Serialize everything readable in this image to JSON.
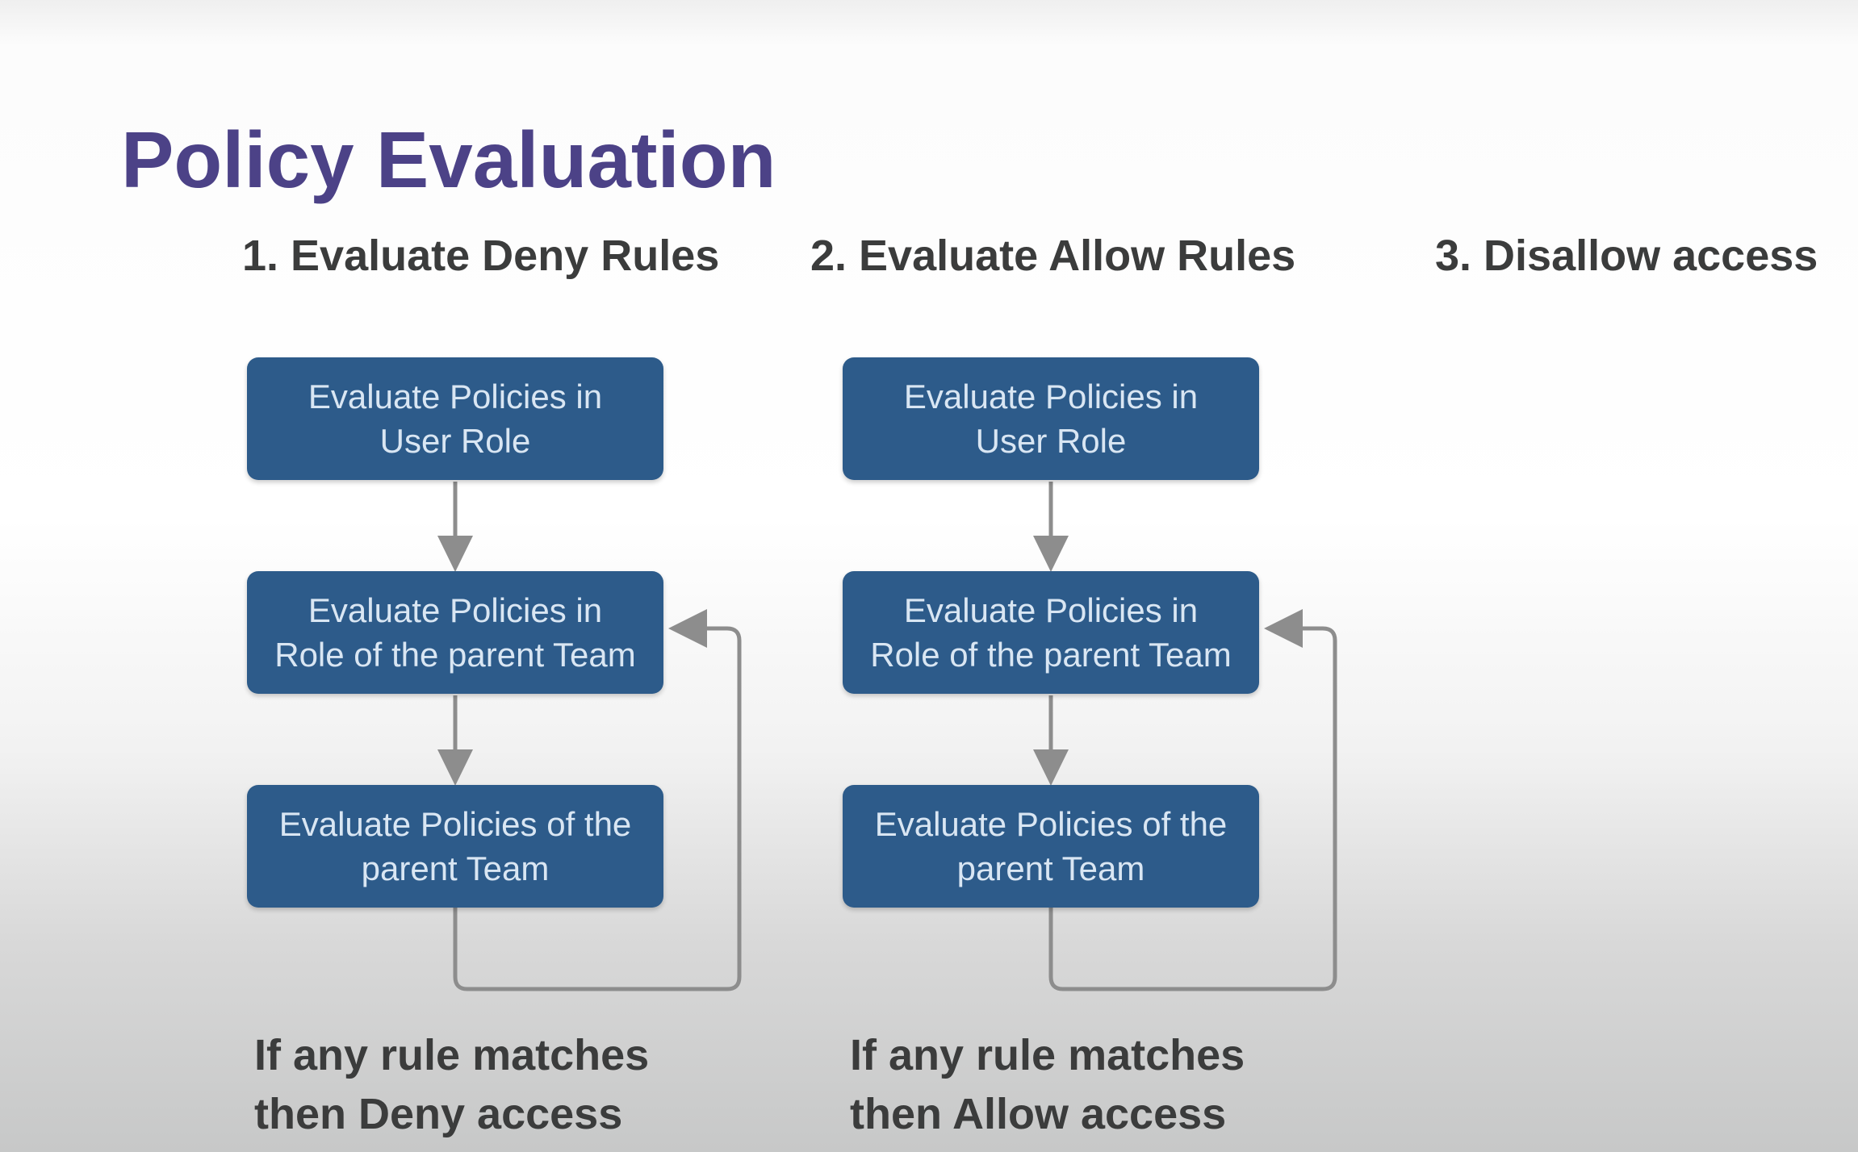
{
  "slide": {
    "title": "Policy Evaluation",
    "colors": {
      "title": "#4c4287",
      "text_dark": "#3b3c3c",
      "box_fill": "#2d5b8a",
      "box_text": "#d9e6f3",
      "arrow": "#8d8d8d"
    },
    "columns": [
      {
        "heading": "1. Evaluate Deny Rules",
        "boxes": [
          {
            "text": "Evaluate Policies in\nUser Role"
          },
          {
            "text": "Evaluate Policies in\nRole of the parent Team"
          },
          {
            "text": "Evaluate Policies of the\nparent Team"
          }
        ],
        "footer": "If any rule matches\nthen Deny access"
      },
      {
        "heading": "2. Evaluate Allow Rules",
        "boxes": [
          {
            "text": "Evaluate Policies in\nUser Role"
          },
          {
            "text": "Evaluate Policies in\nRole of the parent Team"
          },
          {
            "text": "Evaluate Policies of the\nparent Team"
          }
        ],
        "footer": "If any rule matches\nthen Allow access"
      },
      {
        "heading": "3. Disallow access"
      }
    ]
  }
}
